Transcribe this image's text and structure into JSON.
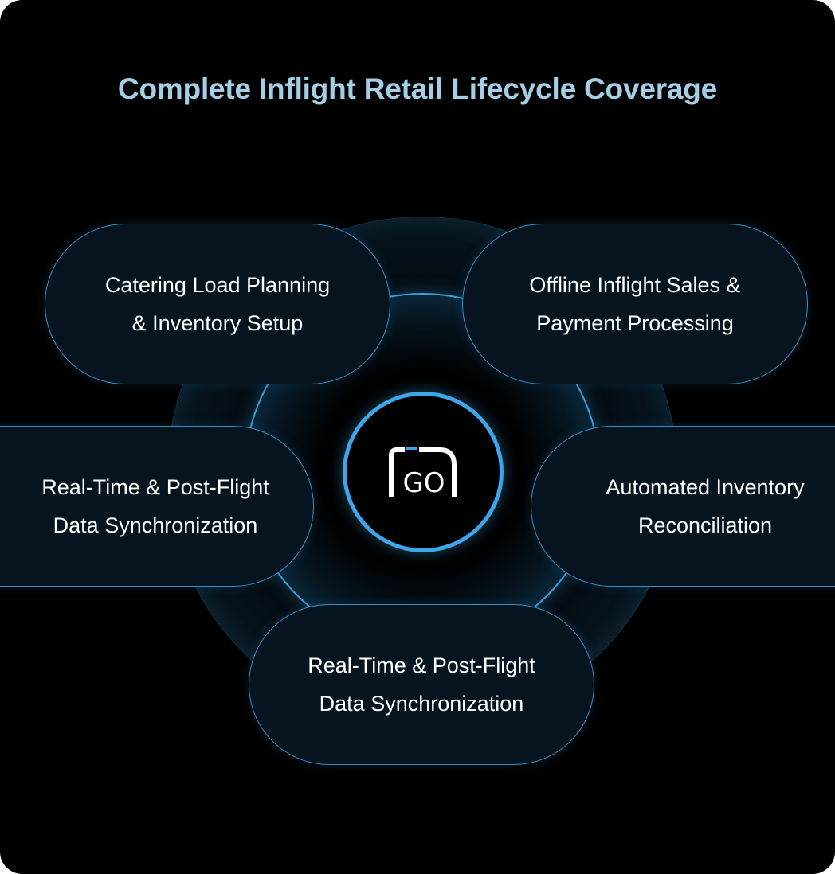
{
  "title": "Complete Inflight Retail Lifecycle Coverage",
  "center": {
    "logo_text": "GO",
    "icon": "go-logo"
  },
  "nodes": [
    {
      "line1": "Catering Load Planning",
      "line2": "& Inventory Setup"
    },
    {
      "line1": "Offline Inflight Sales &",
      "line2": "Payment Processing"
    },
    {
      "line1": "Real-Time & Post-Flight",
      "line2": "Data Synchronization"
    },
    {
      "line1": "Automated Inventory",
      "line2": "Reconciliation"
    },
    {
      "line1": "Real-Time & Post-Flight",
      "line2": "Data Synchronization"
    }
  ],
  "colors": {
    "background": "#000000",
    "title": "#a4cde6",
    "accent": "#3ea6e6",
    "pill_fill": "#05141e",
    "pill_border": "#3b8fc4",
    "text": "#ffffff"
  }
}
